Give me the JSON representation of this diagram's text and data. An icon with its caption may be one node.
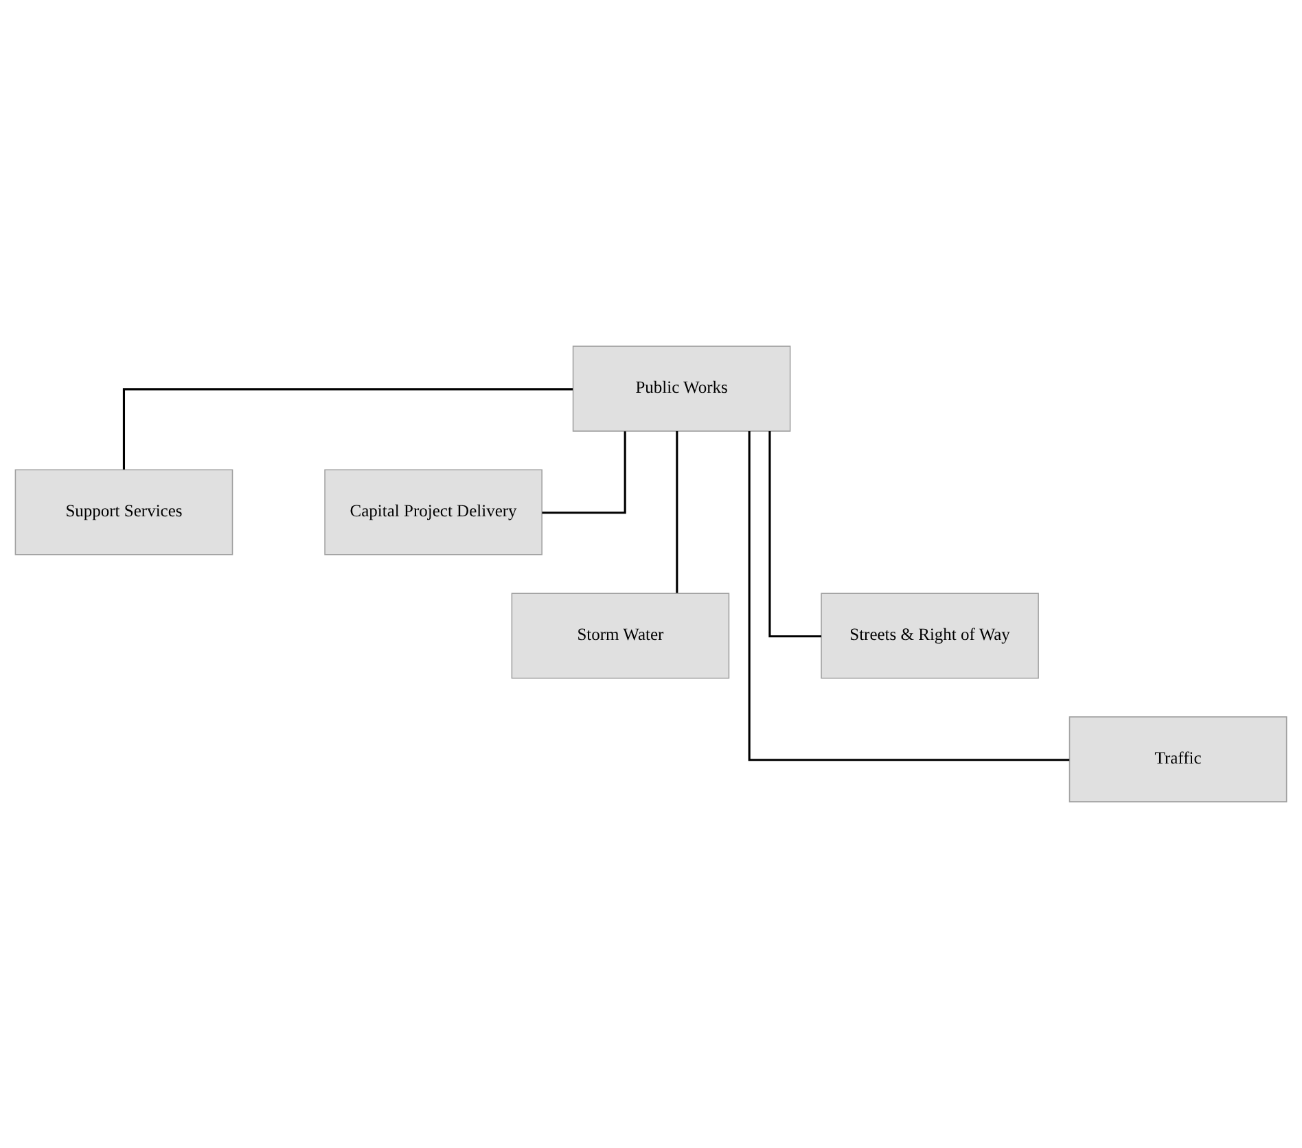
{
  "diagram": {
    "nodes": [
      {
        "text": [
          "Public Works"
        ]
      },
      {
        "text": [
          "Support Services"
        ]
      },
      {
        "text": [
          "Capital Project Delivery"
        ]
      },
      {
        "text": [
          "Storm Water"
        ]
      },
      {
        "text": [
          "Streets & Right of Way"
        ]
      },
      {
        "text": [
          "Traffic"
        ]
      }
    ],
    "edges": [
      {
        "from": 0,
        "to": 1,
        "arrow": "none"
      },
      {
        "from": 0,
        "to": 2,
        "arrow": "none"
      },
      {
        "from": 0,
        "to": 3,
        "arrow": "none"
      },
      {
        "from": 0,
        "to": 4,
        "arrow": "none"
      },
      {
        "from": 0,
        "to": 5,
        "arrow": "none"
      }
    ]
  }
}
